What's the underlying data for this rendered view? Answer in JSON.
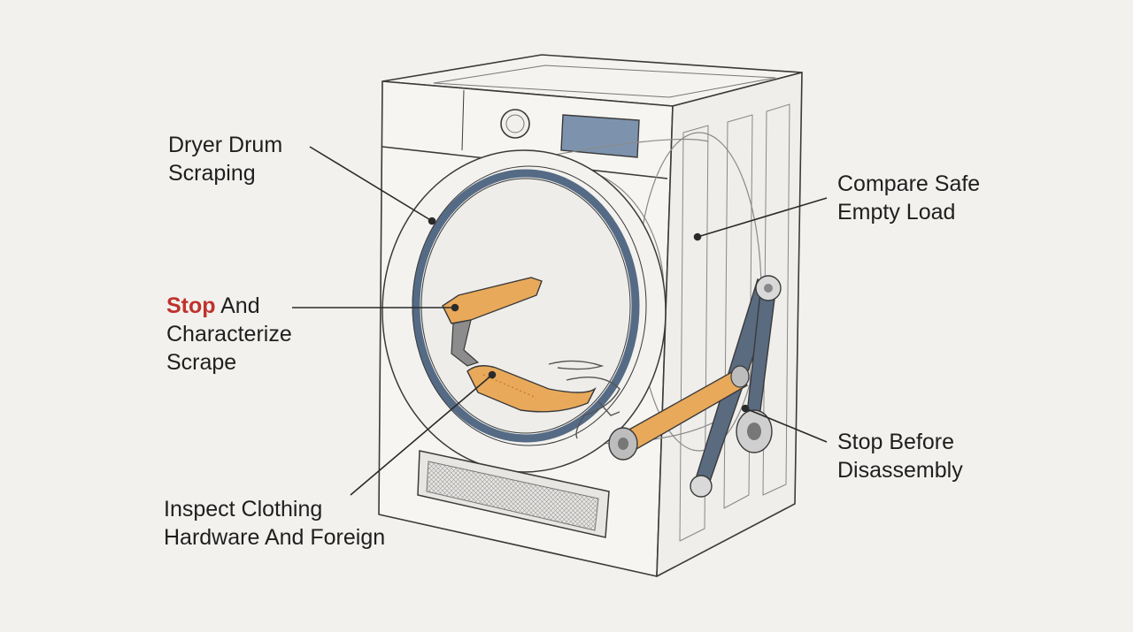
{
  "labels": {
    "drum_scraping": {
      "line1": "Dryer Drum",
      "line2": "Scraping"
    },
    "stop_characterize": {
      "accent": "Stop",
      "line1_rest": " And",
      "line2": "Characterize",
      "line3": "Scrape"
    },
    "inspect_clothing": {
      "line1": "Inspect Clothing",
      "line2": "Hardware And Foreign"
    },
    "compare_safe": {
      "line1": "Compare Safe",
      "line2": "Empty Load"
    },
    "stop_disassembly": {
      "line1": "Stop Before",
      "line2": "Disassembly"
    }
  },
  "colors": {
    "background": "#f2f1ee",
    "outline": "#3a3a3a",
    "door_ring": "#556b85",
    "control_panel": "#7d93ad",
    "orange_part": "#e9a95a",
    "accent_text": "#c0322c"
  }
}
